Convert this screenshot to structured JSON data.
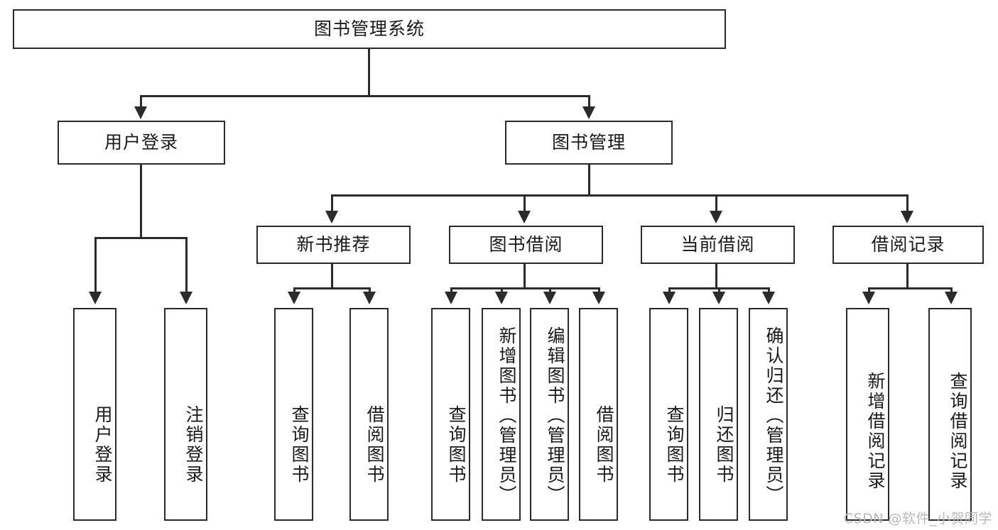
{
  "diagram": {
    "title": "图书管理系统",
    "type": "tree-hierarchy",
    "root": {
      "label": "图书管理系统"
    },
    "level2": [
      {
        "label": "用户登录"
      },
      {
        "label": "图书管理"
      }
    ],
    "level3": [
      {
        "label": "新书推荐"
      },
      {
        "label": "图书借阅"
      },
      {
        "label": "当前借阅"
      },
      {
        "label": "借阅记录"
      }
    ],
    "leaves": {
      "user_login": [
        {
          "label": "用户登录"
        },
        {
          "label": "注销登录"
        }
      ],
      "new_book_recommend": [
        {
          "label": "查询图书"
        },
        {
          "label": "借阅图书"
        }
      ],
      "book_borrow": [
        {
          "label": "查询图书"
        },
        {
          "label": "新增图书（管理员）"
        },
        {
          "label": "编辑图书（管理员）"
        },
        {
          "label": "借阅图书"
        }
      ],
      "current_borrow": [
        {
          "label": "查询图书"
        },
        {
          "label": "归还图书"
        },
        {
          "label": "确认归还（管理员）"
        }
      ],
      "borrow_record": [
        {
          "label": "新增借阅记录"
        },
        {
          "label": "查询借阅记录"
        }
      ]
    }
  },
  "watermark": {
    "text": "CSDN @软件_小贺同学"
  },
  "colors": {
    "stroke": "#2b2b2b",
    "background": "#ffffff",
    "text": "#1a1a1a",
    "watermark": "#b9b9b9"
  }
}
